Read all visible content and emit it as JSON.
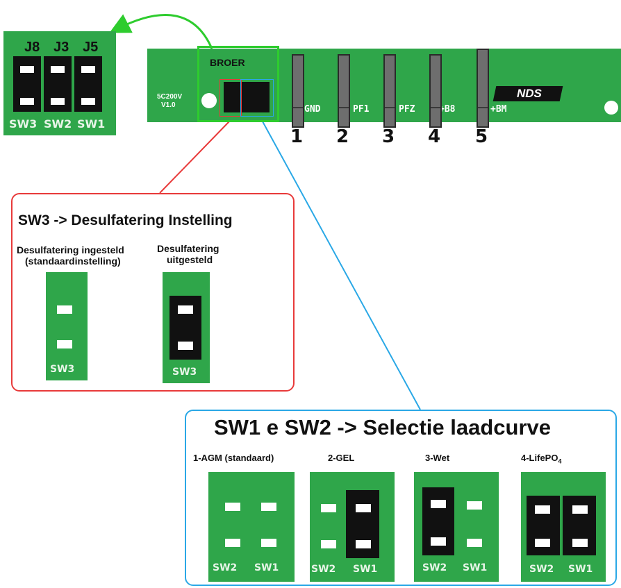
{
  "colors": {
    "pcb": "#2fa64a",
    "jumper": "#111111",
    "arrow_green": "#2ecc2e",
    "red": "#e83a3a",
    "blue": "#2aa8e6"
  },
  "inset": {
    "headers": [
      "J8",
      "J3",
      "J5"
    ],
    "switches": [
      "SW3",
      "SW2",
      "SW1"
    ]
  },
  "pcb": {
    "model": "5C200V",
    "version": "V1.0",
    "highlight_label": "BROER",
    "logo": "NDS",
    "connectors": [
      {
        "number": "1",
        "label": "GND"
      },
      {
        "number": "2",
        "label": "PF1"
      },
      {
        "number": "3",
        "label": "PFZ"
      },
      {
        "number": "4",
        "label": "+B8"
      },
      {
        "number": "5",
        "label": "+BM"
      }
    ]
  },
  "desulf": {
    "title": "SW3 -> Desulfatering Instelling",
    "option1": {
      "line1": "Desulfatering ingesteld",
      "line2": "(standaardinstelling)",
      "switch": "SW3"
    },
    "option2": {
      "line1": "Desulfatering",
      "line2": "uitgesteld",
      "switch": "SW3"
    }
  },
  "curve": {
    "title": "SW1 e SW2 -> Selectie laadcurve",
    "options": [
      {
        "label": "1-AGM (standaard)",
        "sw_left": "SW2",
        "sw_right": "SW1"
      },
      {
        "label": "2-GEL",
        "sw_left": "SW2",
        "sw_right": "SW1"
      },
      {
        "label": "3-Wet",
        "sw_left": "SW2",
        "sw_right": "SW1"
      },
      {
        "label_main": "4-LifePO",
        "label_sub": "4",
        "sw_left": "SW2",
        "sw_right": "SW1"
      }
    ]
  }
}
